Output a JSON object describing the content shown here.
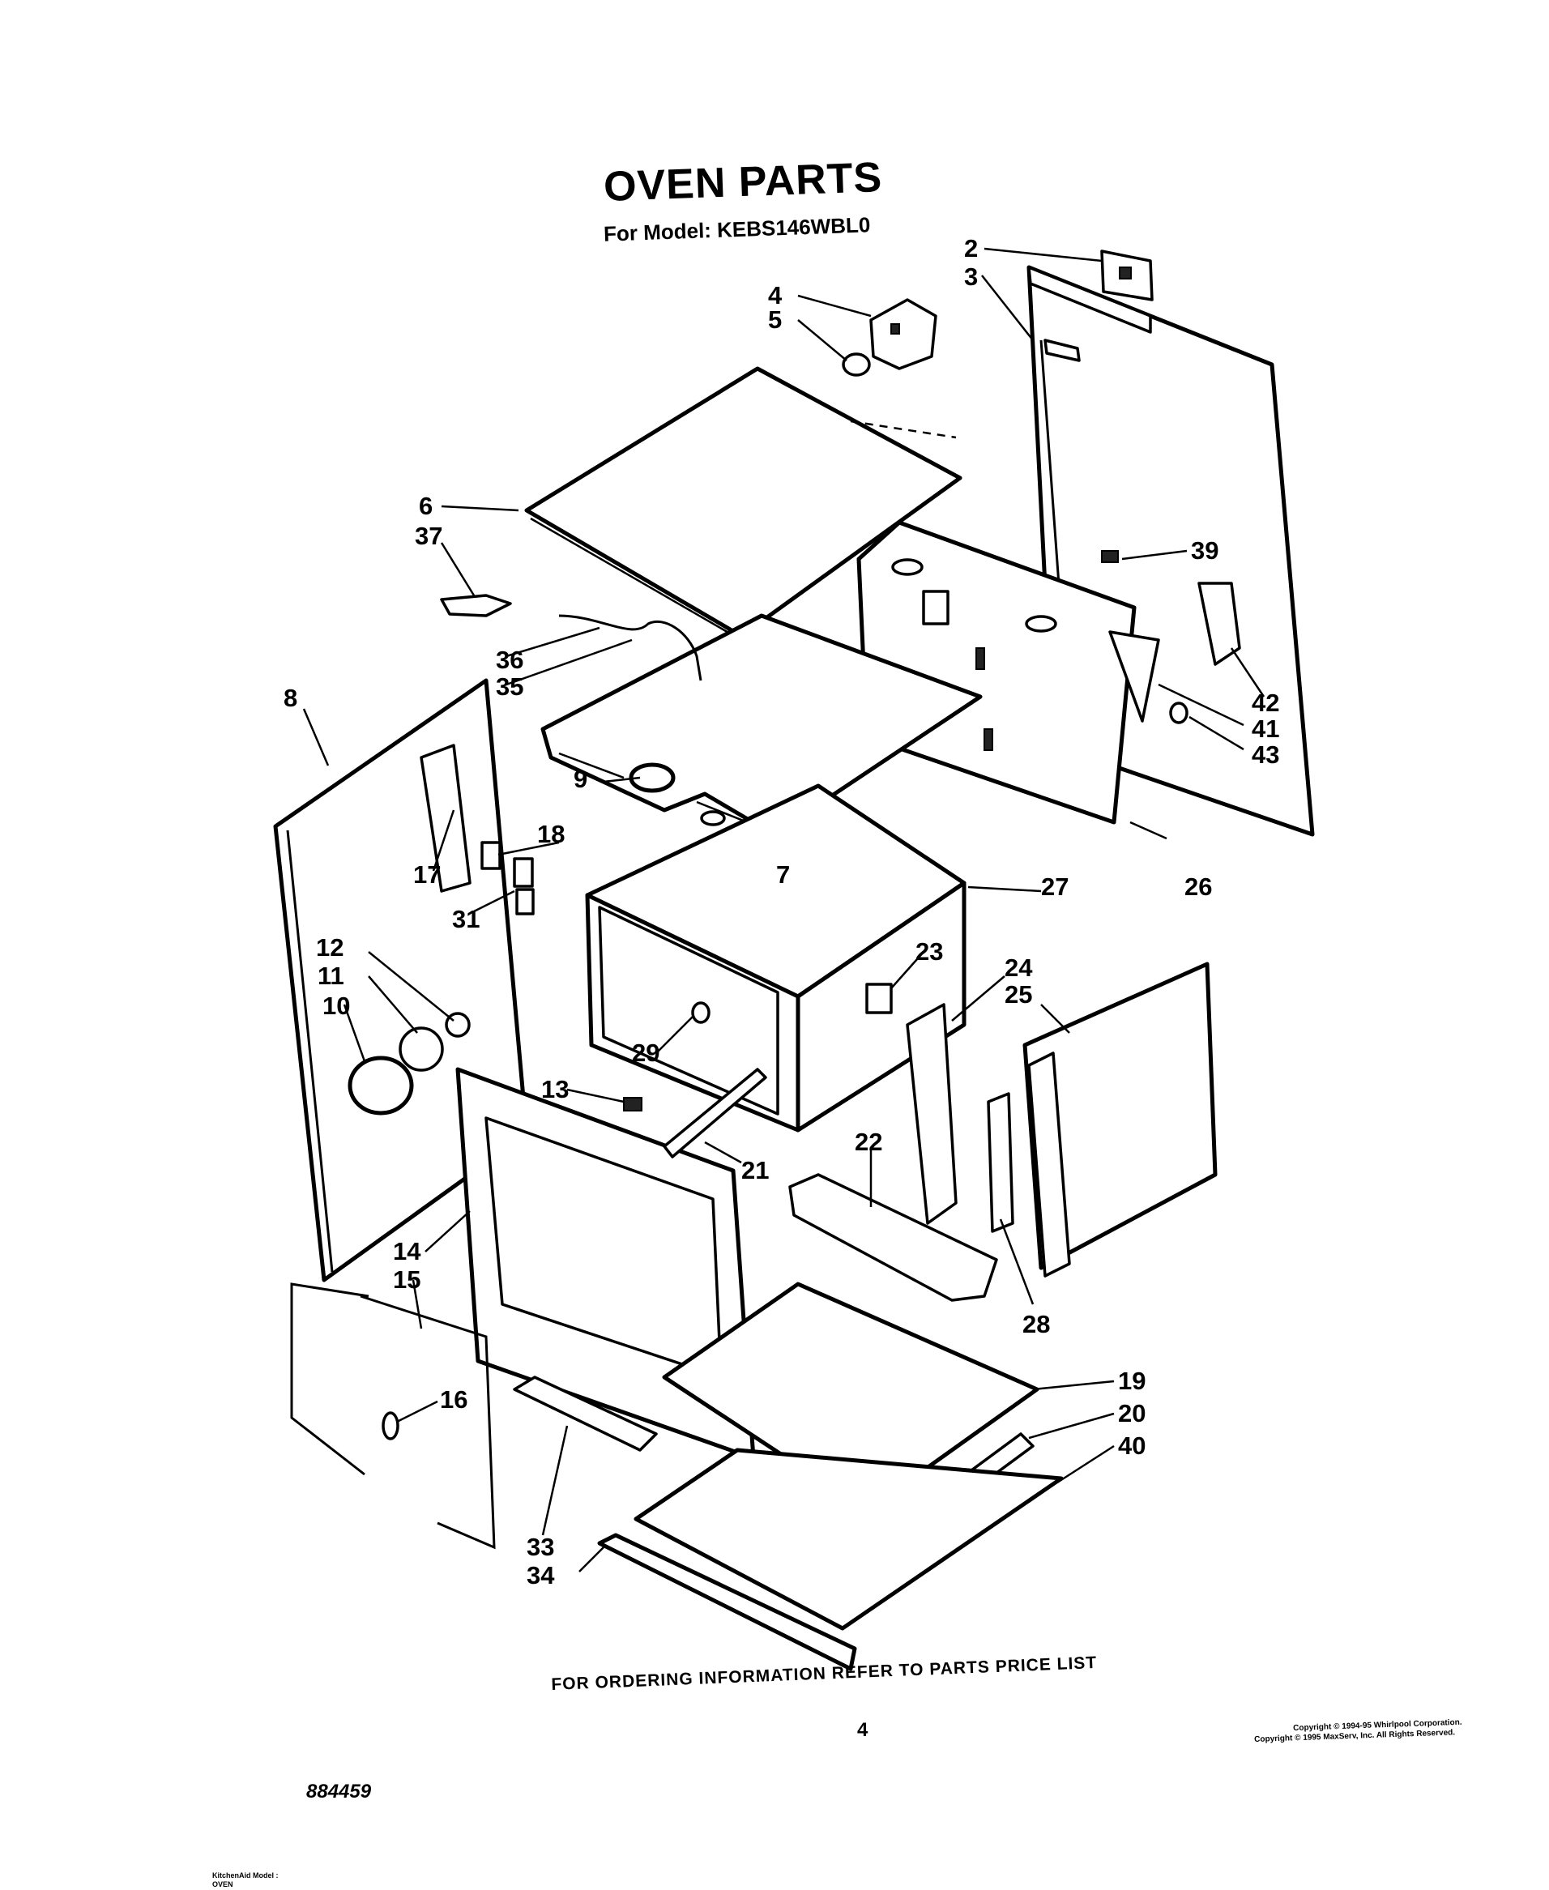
{
  "header": {
    "title": "OVEN PARTS",
    "model_line": "For Model: KEBS146WBL0"
  },
  "callouts": [
    "2",
    "3",
    "4",
    "5",
    "6",
    "37",
    "39",
    "36",
    "35",
    "42",
    "41",
    "43",
    "8",
    "9",
    "18",
    "17",
    "7",
    "27",
    "26",
    "31",
    "23",
    "12",
    "11",
    "24",
    "25",
    "10",
    "29",
    "13",
    "21",
    "22",
    "14",
    "15",
    "28",
    "16",
    "19",
    "20",
    "40",
    "33",
    "34"
  ],
  "footer": {
    "ordering_info": "FOR ORDERING INFORMATION REFER TO PARTS PRICE LIST",
    "page_number": "4",
    "drawing_number": "884459",
    "copyright_1": "Copyright © 1994-95 Whirlpool Corporation.",
    "copyright_2": "Copyright © 1995 MaxServ, Inc. All Rights Reserved.",
    "bottom_line_1": "KitchenAid Model :",
    "bottom_line_2": "OVEN"
  }
}
